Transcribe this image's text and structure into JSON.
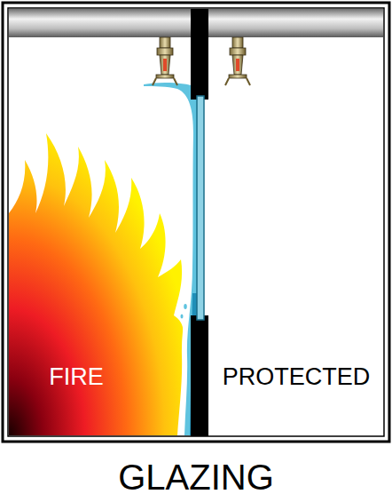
{
  "diagram": {
    "caption": "GLAZING",
    "labels": [
      "FIRE",
      "PROTECTED"
    ]
  }
}
